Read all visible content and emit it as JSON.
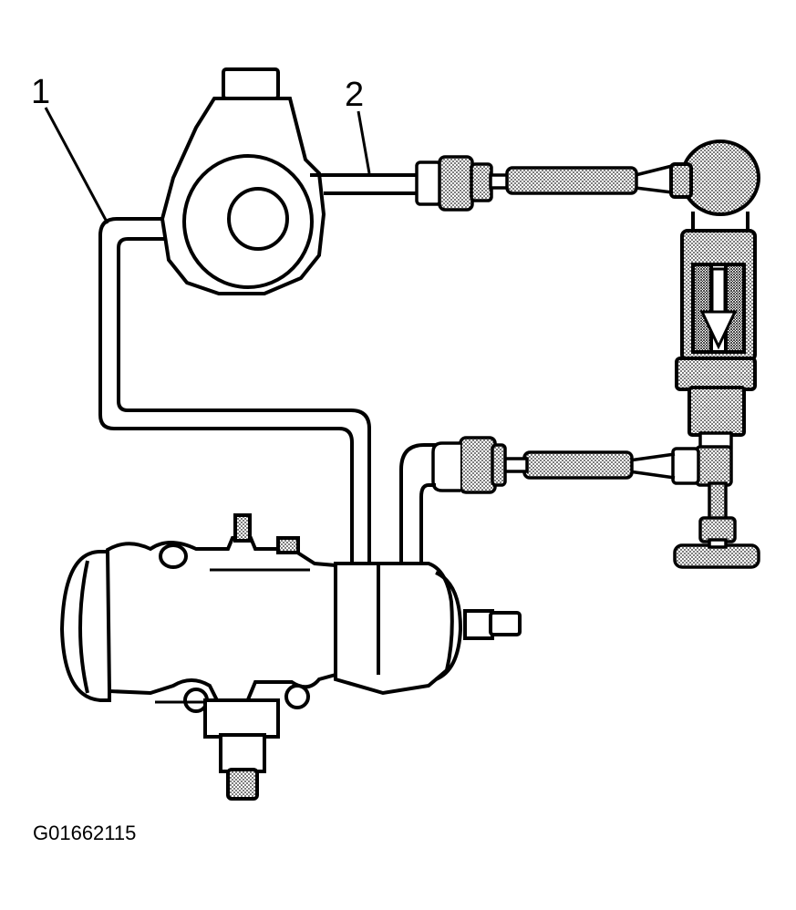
{
  "callouts": {
    "label_1": "1",
    "label_2": "2"
  },
  "figure_id": "G01662115",
  "colors": {
    "line": "#000000",
    "background": "#ffffff",
    "stipple_fill": "#b8b8b8"
  },
  "icons": {
    "flow_arrow": "down-arrow-icon"
  }
}
